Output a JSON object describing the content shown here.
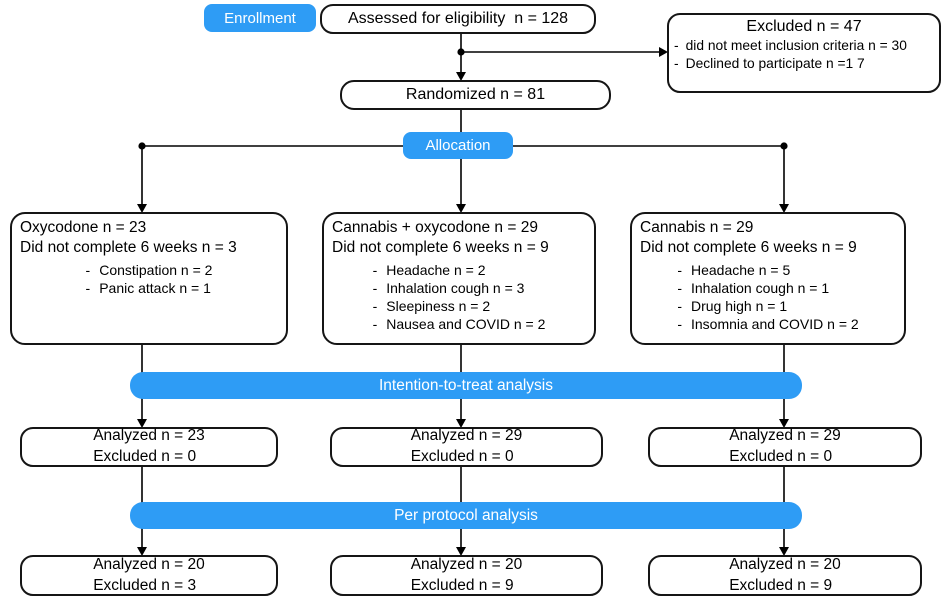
{
  "flowchart": {
    "bullet": "-",
    "stage_labels": {
      "enrollment": "Enrollment",
      "allocation": "Allocation",
      "itt": "Intention-to-treat analysis",
      "per_protocol": "Per protocol analysis"
    },
    "assessed": "Assessed for eligibility  n = 128",
    "excluded": {
      "title": "Excluded n = 47",
      "reasons": [
        "did not meet inclusion criteria n = 30",
        "Declined to participate n =1 7"
      ]
    },
    "randomized": "Randomized n = 81",
    "arms": [
      {
        "title": "Oxycodone n = 23",
        "dropout": "Did not complete 6 weeks n = 3",
        "reasons": [
          "Constipation n = 2",
          "Panic attack n = 1"
        ],
        "itt": {
          "analyzed": "Analyzed n = 23",
          "excluded": "Excluded n = 0"
        },
        "pp": {
          "analyzed": "Analyzed n = 20",
          "excluded": "Excluded n = 3"
        }
      },
      {
        "title": "Cannabis + oxycodone n = 29",
        "dropout": "Did not complete 6 weeks n = 9",
        "reasons": [
          "Headache n = 2",
          "Inhalation cough n = 3",
          "Sleepiness n = 2",
          "Nausea and COVID n = 2"
        ],
        "itt": {
          "analyzed": "Analyzed n = 29",
          "excluded": "Excluded n = 0"
        },
        "pp": {
          "analyzed": "Analyzed n = 20",
          "excluded": "Excluded n = 9"
        }
      },
      {
        "title": "Cannabis n = 29",
        "dropout": "Did not complete 6 weeks n = 9",
        "reasons": [
          "Headache n = 5",
          "Inhalation cough n = 1",
          "Drug high n = 1",
          "Insomnia and COVID n = 2"
        ],
        "itt": {
          "analyzed": "Analyzed n = 29",
          "excluded": "Excluded n = 0"
        },
        "pp": {
          "analyzed": "Analyzed n = 20",
          "excluded": "Excluded n = 9"
        }
      }
    ],
    "colors": {
      "accent_blue": "#2E9CF5",
      "line": "#000000"
    }
  }
}
